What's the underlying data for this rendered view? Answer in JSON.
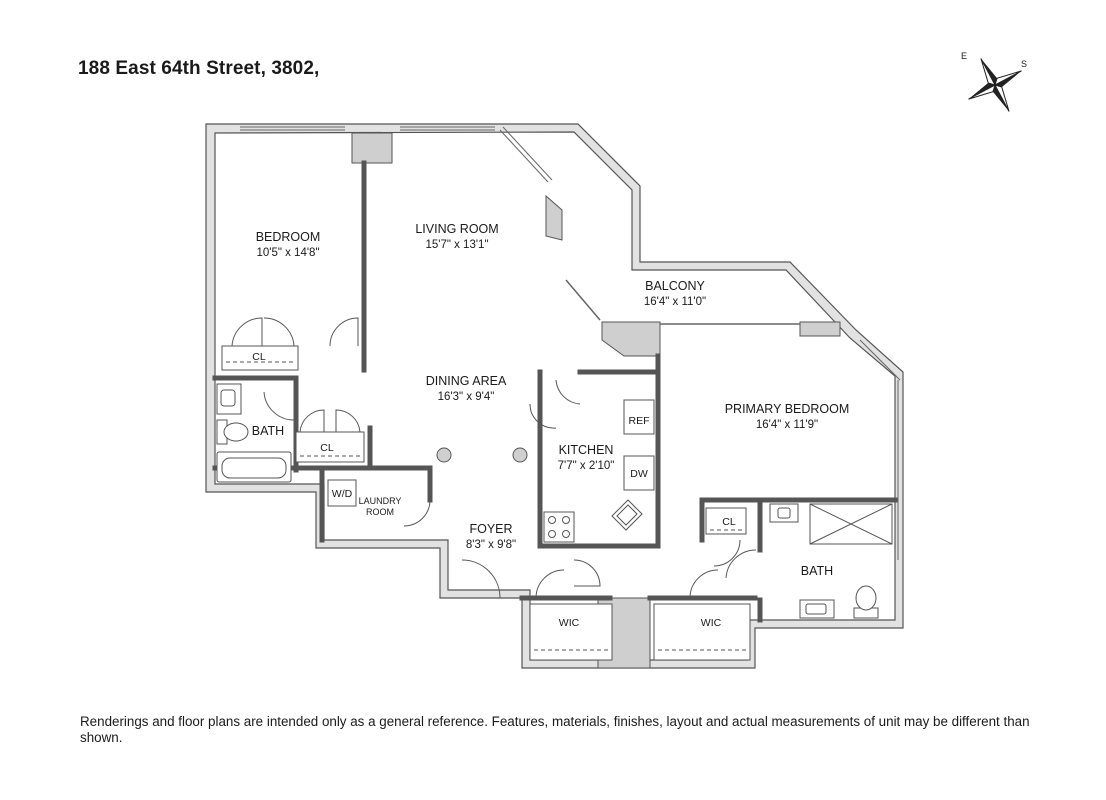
{
  "title": "188 East 64th Street, 3802,",
  "compass": {
    "east_label": "E",
    "south_label": "S",
    "icon": "compass-rose-icon"
  },
  "rooms": {
    "bedroom": {
      "name": "BEDROOM",
      "dims": "10'5\" x 14'8\""
    },
    "living_room": {
      "name": "LIVING ROOM",
      "dims": "15'7\" x 13'1\""
    },
    "balcony": {
      "name": "BALCONY",
      "dims": "16'4\" x 11'0\""
    },
    "dining_area": {
      "name": "DINING AREA",
      "dims": "16'3\" x 9'4\""
    },
    "primary_bedroom": {
      "name": "PRIMARY BEDROOM",
      "dims": "16'4\" x 11'9\""
    },
    "kitchen": {
      "name": "KITCHEN",
      "dims": "7'7\" x 2'10\""
    },
    "foyer": {
      "name": "FOYER",
      "dims": "8'3\" x 9'8\""
    },
    "bath_left": {
      "name": "BATH"
    },
    "bath_right": {
      "name": "BATH"
    },
    "laundry": {
      "name_line1": "LAUNDRY",
      "name_line2": "ROOM"
    }
  },
  "fixtures": {
    "closet_bedroom": "CL",
    "closet_hall": "CL",
    "closet_primary": "CL",
    "ref": "REF",
    "dw": "DW",
    "wd": "W/D",
    "wic_left": "WIC",
    "wic_right": "WIC"
  },
  "disclaimer": "Renderings and floor plans are intended only as a general reference. Features, materials, finishes, layout and actual measurements of unit may be different than shown."
}
